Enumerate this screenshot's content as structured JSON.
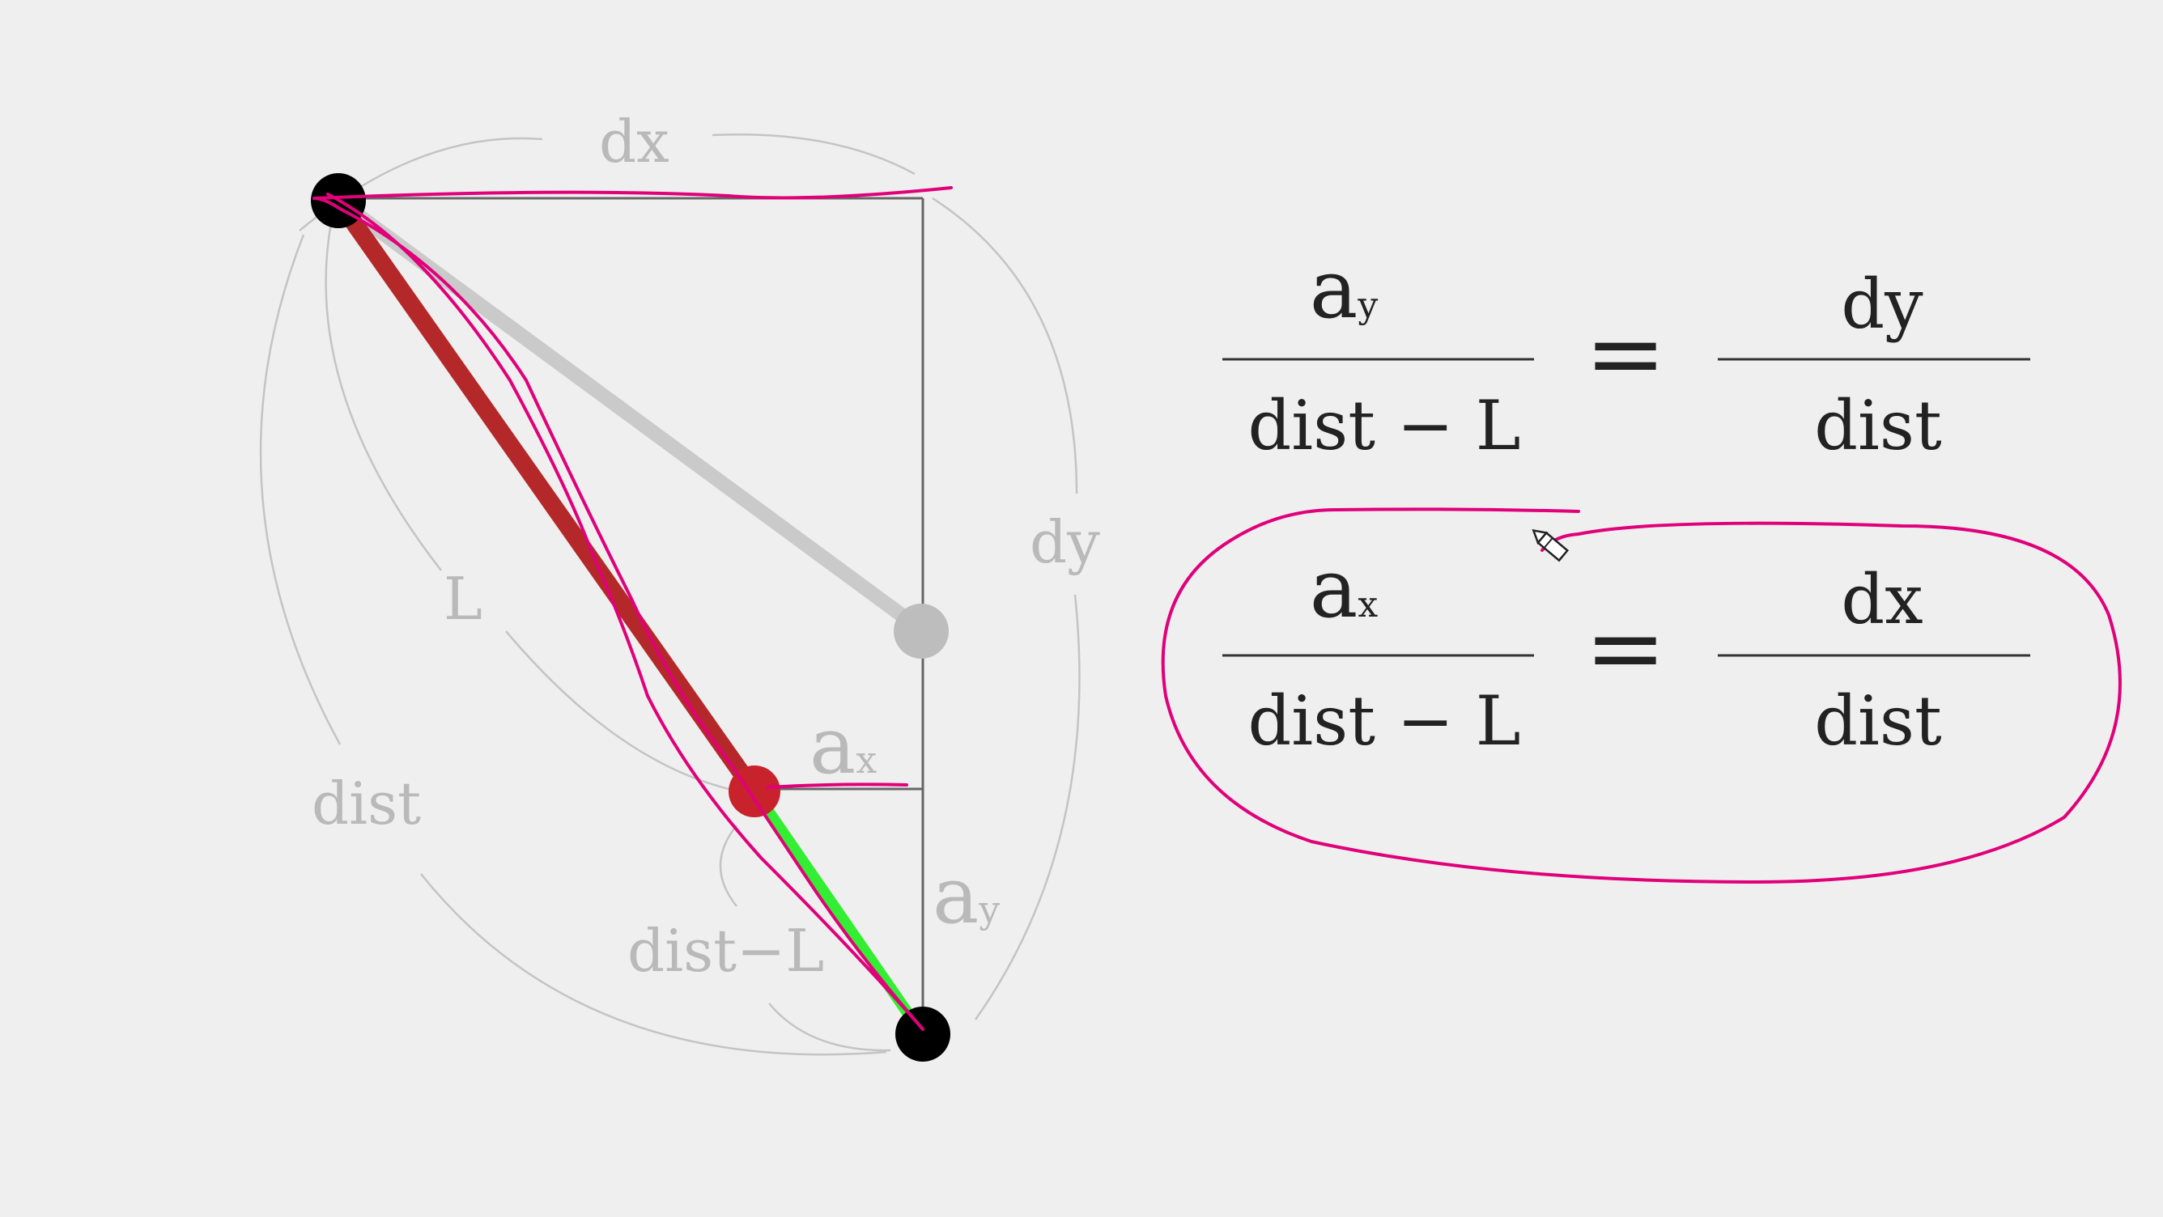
{
  "diagram": {
    "labels": {
      "dx": "dx",
      "dy": "dy",
      "L": "L",
      "dist": "dist",
      "dist_minus_L": "dist−L",
      "a_x_main": "a",
      "a_x_sub": "x",
      "a_y_main": "a",
      "a_y_sub": "y"
    }
  },
  "equations": [
    {
      "numerator_main": "a",
      "numerator_sub": "y",
      "denominator": "dist − L",
      "equals": "=",
      "rhs_numerator": "dy",
      "rhs_denominator": "dist"
    },
    {
      "numerator_main": "a",
      "numerator_sub": "x",
      "denominator": "dist − L",
      "equals": "=",
      "rhs_numerator": "dx",
      "rhs_denominator": "dist"
    }
  ],
  "colors": {
    "background": "#efefef",
    "rope_red": "#b5282a",
    "segment_green": "#33ee33",
    "annotation_pink": "#e0007a",
    "ghost_gray": "#c8c8c8",
    "anchor_black": "#000000"
  },
  "cursor": {
    "icon": "pencil-cursor-icon"
  }
}
